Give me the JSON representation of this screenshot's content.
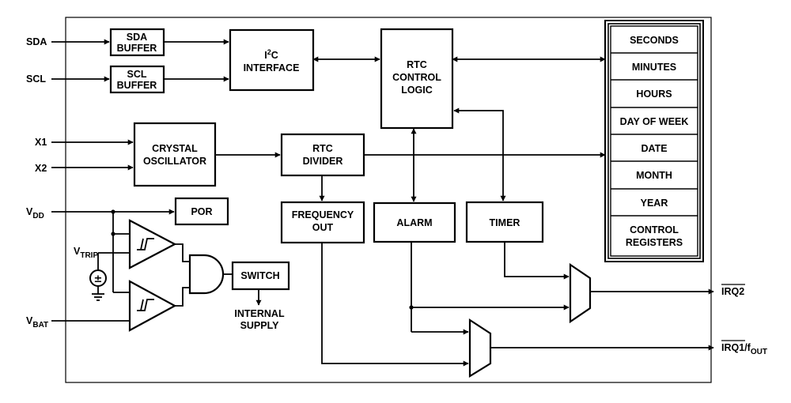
{
  "pins": {
    "sda": "SDA",
    "scl": "SCL",
    "x1": "X1",
    "x2": "X2",
    "vdd_main": "V",
    "vdd_sub": "DD",
    "vtrip_main": "V",
    "vtrip_sub": "TRIP",
    "vbat_main": "V",
    "vbat_sub": "BAT",
    "irq2": "IRQ2",
    "irq1": "IRQ1",
    "irq1_sep": "/f",
    "irq1_sub": "OUT"
  },
  "blocks": {
    "sda_buffer": [
      "SDA",
      "BUFFER"
    ],
    "scl_buffer": [
      "SCL",
      "BUFFER"
    ],
    "i2c_main": "I",
    "i2c_sup": "2",
    "i2c_after": "C",
    "i2c_line2": "INTERFACE",
    "rtc_control": [
      "RTC",
      "CONTROL",
      "LOGIC"
    ],
    "crystal": [
      "CRYSTAL",
      "OSCILLATOR"
    ],
    "rtc_divider": [
      "RTC",
      "DIVIDER"
    ],
    "por": "POR",
    "frequency_out": [
      "FREQUENCY",
      "OUT"
    ],
    "alarm": "ALARM",
    "timer": "TIMER",
    "switch": "SWITCH",
    "internal_supply": [
      "INTERNAL",
      "SUPPLY"
    ]
  },
  "registers": [
    "SECONDS",
    "MINUTES",
    "HOURS",
    "DAY OF WEEK",
    "DATE",
    "MONTH",
    "YEAR"
  ],
  "control_registers": [
    "CONTROL",
    "REGISTERS"
  ]
}
